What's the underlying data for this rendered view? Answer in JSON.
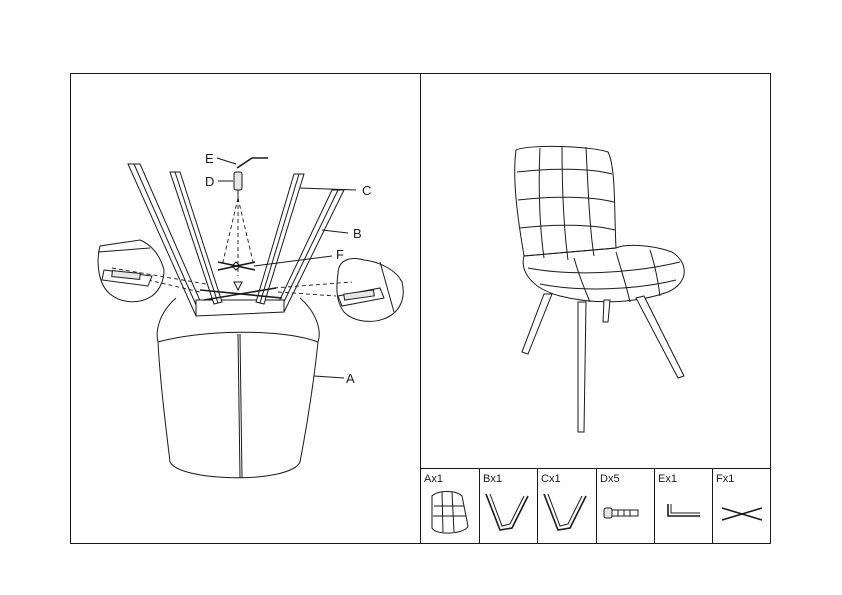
{
  "assembly": {
    "labels": {
      "A": "A",
      "B": "B",
      "C": "C",
      "D": "D",
      "E": "E",
      "F": "F"
    }
  },
  "parts": [
    {
      "id": "A",
      "text": "Ax1",
      "icon": "seat-icon"
    },
    {
      "id": "B",
      "text": "Bx1",
      "icon": "leg-pair-icon"
    },
    {
      "id": "C",
      "text": "Cx1",
      "icon": "leg-pair-icon"
    },
    {
      "id": "D",
      "text": "Dx5",
      "icon": "bolt-icon"
    },
    {
      "id": "E",
      "text": "Ex1",
      "icon": "allen-key-icon"
    },
    {
      "id": "F",
      "text": "Fx1",
      "icon": "cross-brace-icon"
    }
  ]
}
